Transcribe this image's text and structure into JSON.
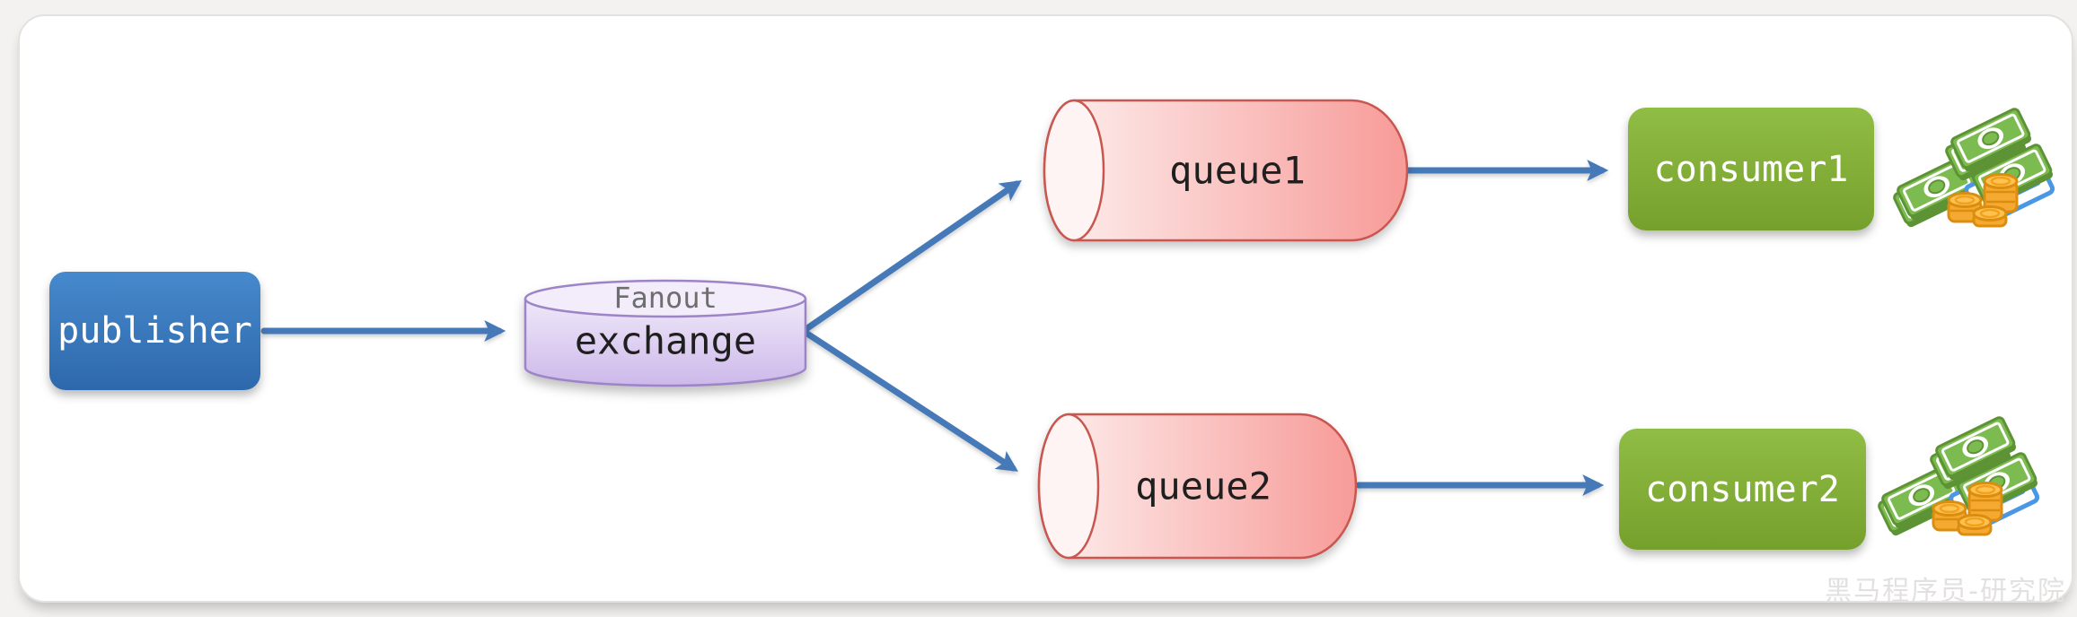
{
  "diagram": {
    "publisher": {
      "label": "publisher"
    },
    "exchange": {
      "type": "Fanout",
      "label": "exchange"
    },
    "queue1": {
      "label": "queue1"
    },
    "queue2": {
      "label": "queue2"
    },
    "consumer1": {
      "label": "consumer1"
    },
    "consumer2": {
      "label": "consumer2"
    }
  },
  "watermark": "黑马程序员-研究院",
  "colors": {
    "publisher_blue_top": "#4689cc",
    "publisher_blue_bottom": "#2e68ac",
    "exchange_purple_light": "#f0e9fa",
    "exchange_purple_dark": "#cdb9ea",
    "exchange_stroke": "#9d84c7",
    "queue_pink_light": "#fdf0ef",
    "queue_pink_dark": "#f79b98",
    "queue_stroke": "#c9564f",
    "consumer_green_top": "#90bd45",
    "consumer_green_bottom": "#76a02c",
    "arrow_blue": "#4579b8",
    "fanout_text_gray": "#6e6e6e",
    "money_green": "#7cbb4f",
    "money_gold": "#f5a930",
    "money_cheque_blue": "#4a97e6",
    "watermark_gray": "#e3e0e0"
  }
}
